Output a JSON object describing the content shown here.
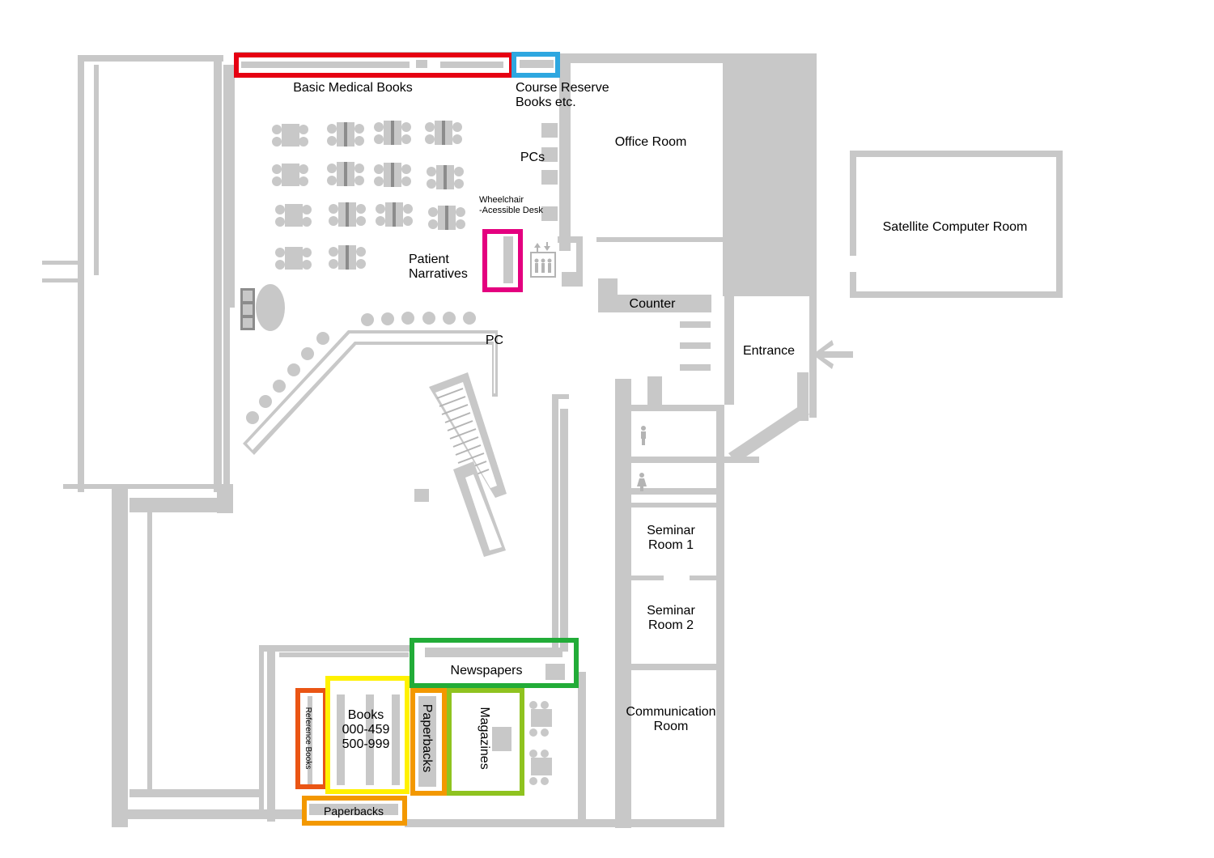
{
  "map": {
    "labels": {
      "basic_medical_books": "Basic Medical Books",
      "course_reserve_1": "Course Reserve",
      "course_reserve_2": "Books etc.",
      "office_room": "Office Room",
      "pcs": "PCs",
      "wheelchair_1": "Wheelchair",
      "wheelchair_2": "-Acessible Desk",
      "satellite_computer_room": "Satellite Computer Room",
      "patient_narratives_1": "Patient",
      "patient_narratives_2": "Narratives",
      "counter": "Counter",
      "pc": "PC",
      "entrance": "Entrance",
      "seminar_room_1_a": "Seminar",
      "seminar_room_1_b": "Room 1",
      "seminar_room_2_a": "Seminar",
      "seminar_room_2_b": "Room 2",
      "communication_room_a": "Communication",
      "communication_room_b": "Room",
      "newspapers": "Newspapers",
      "reference_books": "Reference Books",
      "books_1": "Books",
      "books_2": "000-459",
      "books_3": "500-999",
      "paperbacks_vertical": "Paperbacks",
      "magazines": "Magazines",
      "paperbacks_bottom": "Paperbacks"
    },
    "colors": {
      "wall": "#c8c8c8",
      "furniture": "#c8c8c8",
      "dark_furniture": "#8c8c8c",
      "basic_medical_books": "#e60012",
      "course_reserve": "#2ea7e0",
      "patient_narratives": "#e4007f",
      "newspapers": "#22ac38",
      "reference_books": "#ea5514",
      "books": "#fff100",
      "paperbacks": "#f39800",
      "magazines": "#8fc31f"
    }
  }
}
